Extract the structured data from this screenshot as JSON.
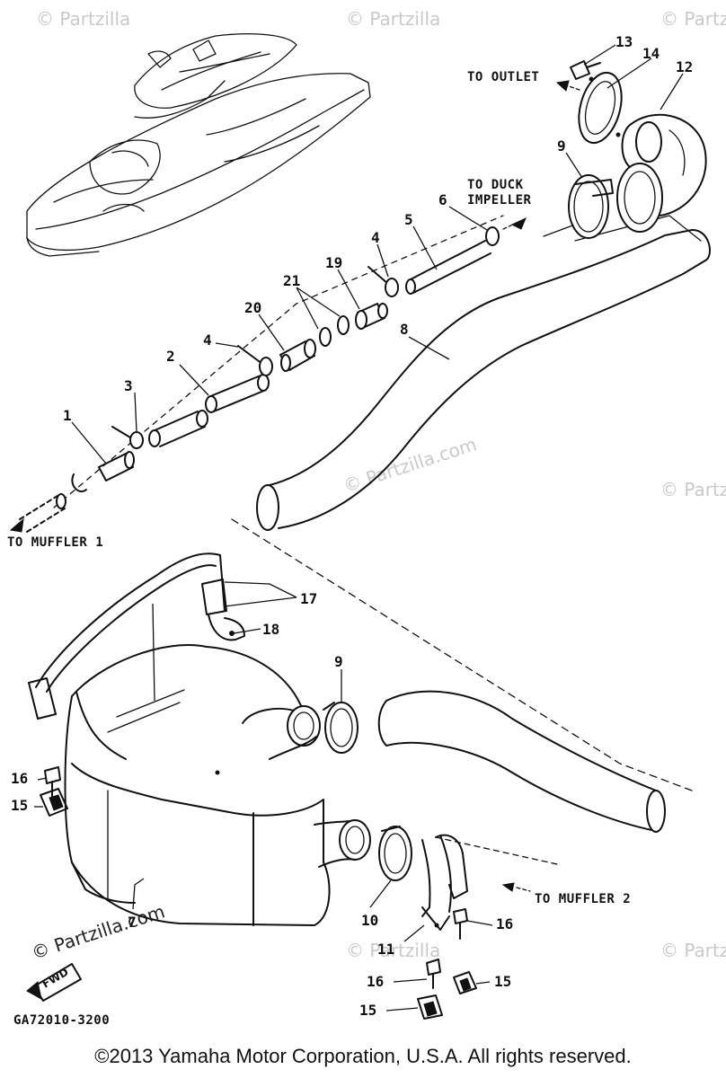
{
  "watermarks": {
    "site": "© Partzilla",
    "site_full": "© Partzilla.com"
  },
  "labels": {
    "to_outlet": "TO OUTLET",
    "to_duck_1": "TO DUCK",
    "to_duck_2": "IMPELLER",
    "to_muffler_1": "TO MUFFLER 1",
    "to_muffler_2": "TO MUFFLER 2",
    "fwd": "FWD",
    "diagram_code": "GA72010-3200"
  },
  "callouts": {
    "n1": "1",
    "n2": "2",
    "n3": "3",
    "n4a": "4",
    "n4b": "4",
    "n5": "5",
    "n6": "6",
    "n7": "7",
    "n8": "8",
    "n9a": "9",
    "n9b": "9",
    "n10": "10",
    "n11": "11",
    "n12": "12",
    "n13": "13",
    "n14": "14",
    "n15a": "15",
    "n15b": "15",
    "n15c": "15",
    "n16a": "16",
    "n16b": "16",
    "n16c": "16",
    "n17": "17",
    "n18": "18",
    "n19": "19",
    "n20": "20",
    "n21": "21"
  },
  "copyright": "©2013  Yamaha Motor Corporation, U.S.A. All rights reserved."
}
